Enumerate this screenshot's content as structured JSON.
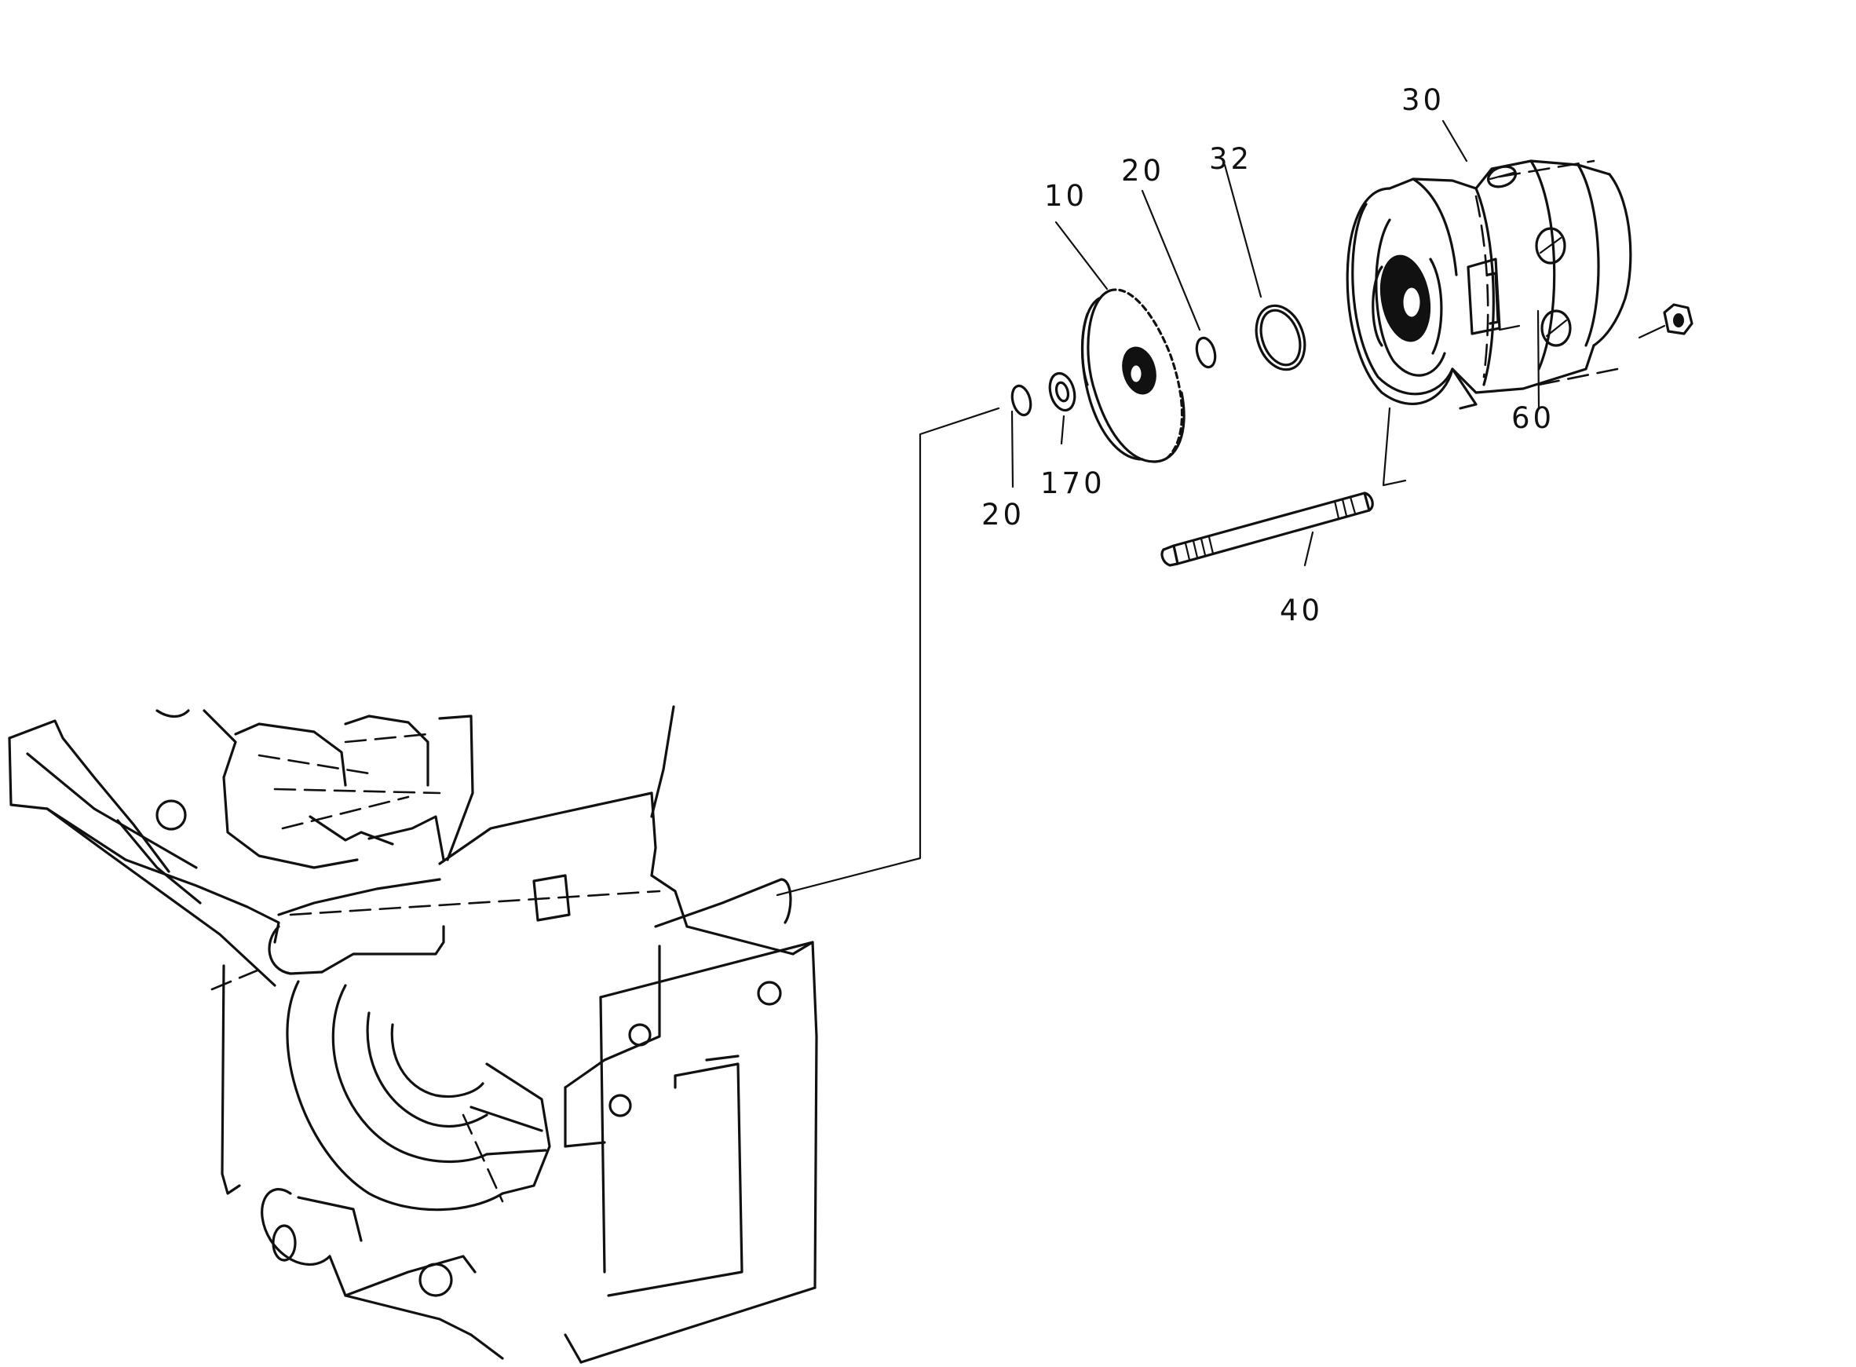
{
  "diagram": {
    "callouts": [
      {
        "id": "label-10",
        "text": "10"
      },
      {
        "id": "label-20-top",
        "text": "20"
      },
      {
        "id": "label-32",
        "text": "32"
      },
      {
        "id": "label-30",
        "text": "30"
      },
      {
        "id": "label-60",
        "text": "60"
      },
      {
        "id": "label-20-bottom",
        "text": "20"
      },
      {
        "id": "label-170",
        "text": "170"
      },
      {
        "id": "label-40",
        "text": "40"
      }
    ]
  }
}
